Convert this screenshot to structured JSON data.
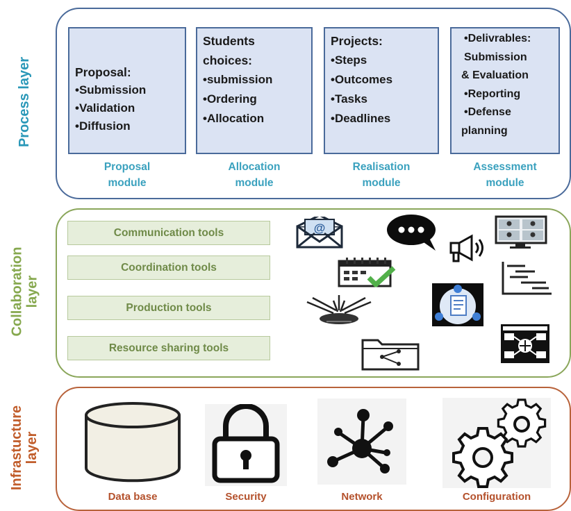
{
  "layers": {
    "process": {
      "label": "Process layer",
      "modules": [
        {
          "title": "Proposal:",
          "items": [
            "•Submission",
            "•Validation",
            "•Diffusion"
          ],
          "caption_1": "Proposal",
          "caption_2": "module"
        },
        {
          "title_1": "Students",
          "title_2": "choices:",
          "items": [
            "•submission",
            "•Ordering",
            "•Allocation"
          ],
          "caption_1": "Allocation",
          "caption_2": "module"
        },
        {
          "title": "Projects:",
          "items": [
            "•Steps",
            "•Outcomes",
            "•Tasks",
            "•Deadlines"
          ],
          "caption_1": "Realisation",
          "caption_2": "module"
        },
        {
          "lines": [
            "•Delivrables:",
            "Submission",
            "& Evaluation",
            "•Reporting",
            "•Defense",
            "planning"
          ],
          "caption_1": "Assessment",
          "caption_2": "module"
        }
      ]
    },
    "collaboration": {
      "label_1": "Collaboration",
      "label_2": "layer",
      "tools": [
        "Communication tools",
        "Coordination tools",
        "Production tools",
        "Resource sharing tools"
      ],
      "icons": [
        "email-icon",
        "chat-bubble-icon",
        "megaphone-icon",
        "video-conference-icon",
        "calendar-check-icon",
        "gantt-chart-icon",
        "shared-document-icon",
        "collaboration-hands-icon",
        "shared-folder-icon",
        "workflow-diagram-icon"
      ]
    },
    "infrastructure": {
      "label_1": "Infrastucture",
      "label_2": "layer",
      "items": [
        "Data base",
        "Security",
        "Network",
        "Configuration"
      ],
      "icons": [
        "database-icon",
        "lock-icon",
        "network-icon",
        "gears-icon"
      ]
    }
  }
}
